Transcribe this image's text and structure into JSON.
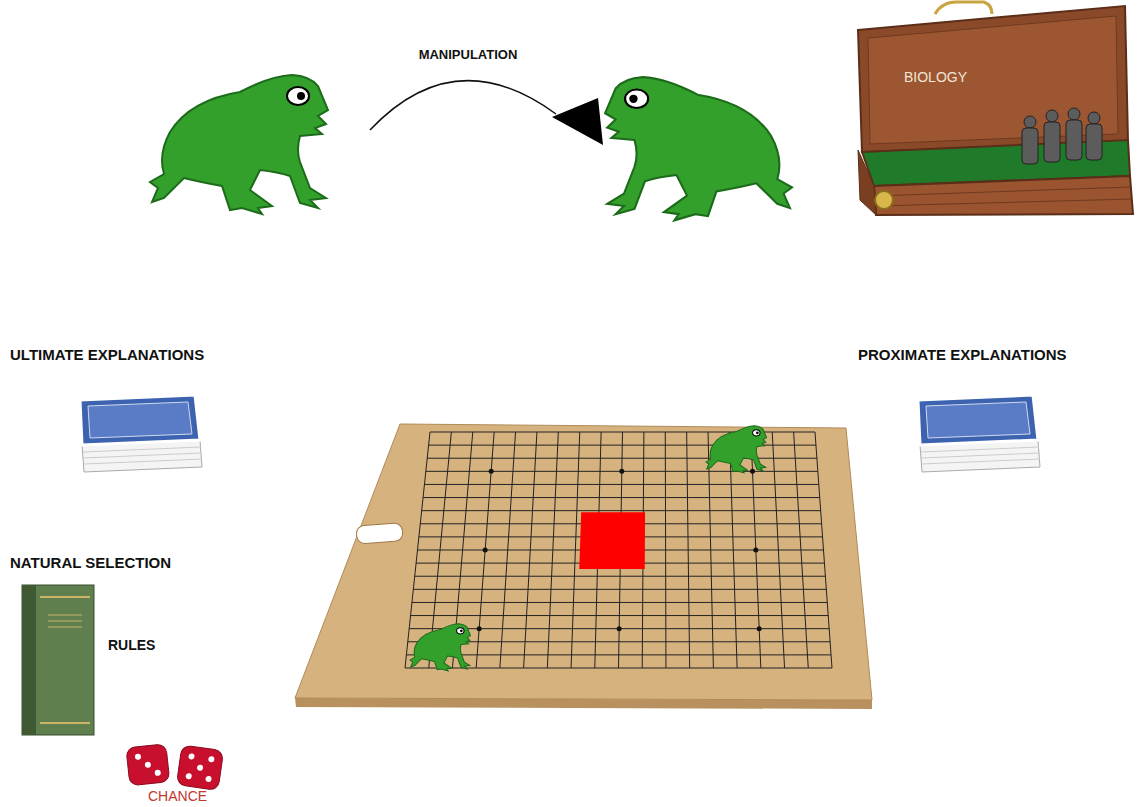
{
  "diagram": {
    "nodes": [
      {
        "text": [
          "BIOLOGY"
        ]
      }
    ],
    "labels": [
      "MANIPULATION",
      "ULTIMATE EXPLANATIONS",
      "PROXIMATE EXPLANATIONS",
      "NATURAL SELECTION",
      "RULES",
      "CHANCE"
    ]
  }
}
